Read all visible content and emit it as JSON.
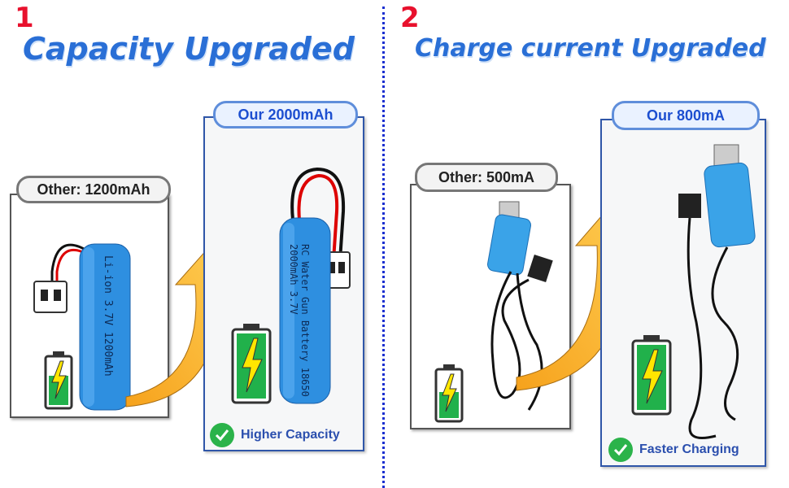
{
  "sections": [
    {
      "number": "1",
      "heading": "Capacity Upgraded",
      "other_label": "Other: 1200mAh",
      "ours_label": "Our 2000mAh",
      "badge": "Higher Capacity",
      "other_cell_text": "Li-ion 3.7V 1200mAh",
      "our_cell_text": "RC Water Gun Battery 18650 2000mAh 3.7V"
    },
    {
      "number": "2",
      "heading": "Charge current Upgraded",
      "other_label": "Other: 500mA",
      "ours_label": "Our 800mA",
      "badge": "Faster Charging"
    }
  ],
  "colors": {
    "heading": "#2a6fd6",
    "number": "#e8112d",
    "check": "#2bb34a",
    "battery_green": "#21b14b",
    "cell_blue": "#2e8fe0"
  },
  "icons": [
    "battery-icon",
    "lightning-icon",
    "check-circle-icon",
    "up-arrow-icon",
    "usb-charger-icon"
  ]
}
